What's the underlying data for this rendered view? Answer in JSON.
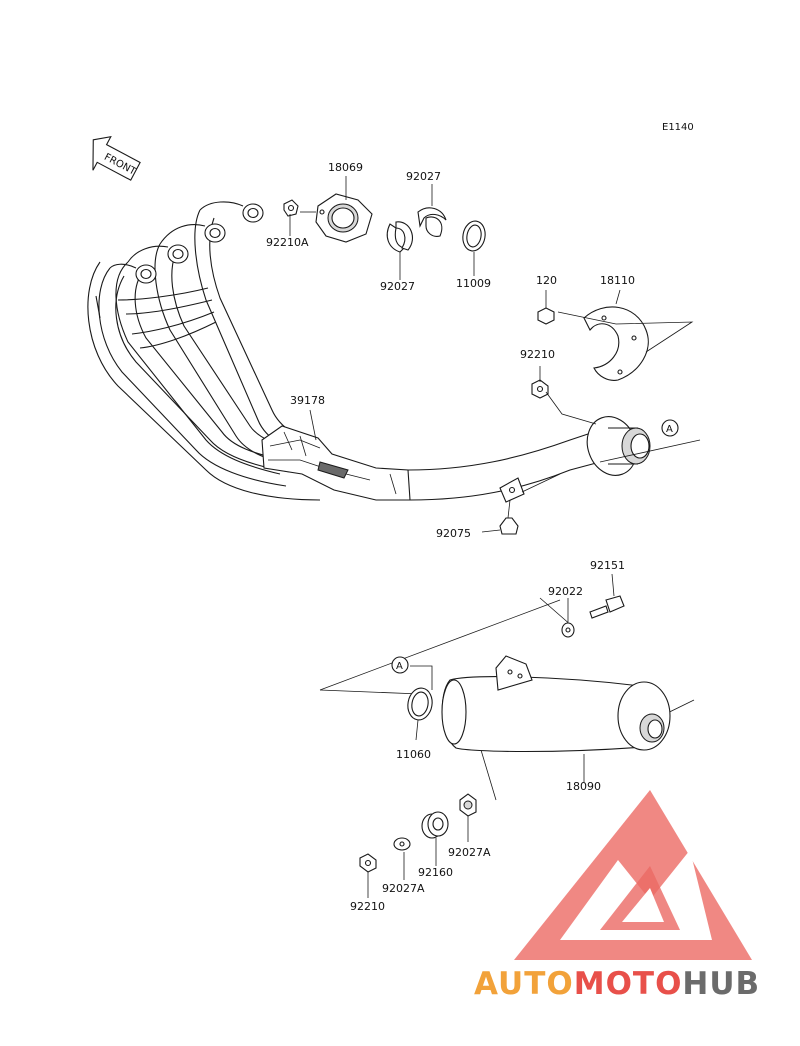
{
  "diagram": {
    "ref_code": "E1140",
    "front_label": "FRONT",
    "callout_letter": "A",
    "colors": {
      "line": "#1a1a1a",
      "watermark_red": "#e8504a",
      "watermark_orange": "#f2a23a",
      "watermark_grey": "#6b6b6b"
    }
  },
  "parts": {
    "p18069": "18069",
    "p92027_top": "92027",
    "p92210A": "92210A",
    "p92027_bottom": "92027",
    "p11009": "11009",
    "p120": "120",
    "p18110": "18110",
    "p92210_mid": "92210",
    "p39178": "39178",
    "p92075": "92075",
    "p92151": "92151",
    "p92022": "92022",
    "p11060": "11060",
    "p18090": "18090",
    "p92027A_right": "92027A",
    "p92160": "92160",
    "p92027A_left": "92027A",
    "p92210_bottom": "92210"
  },
  "watermark": {
    "part1": "AUTO",
    "part2": "MOTO",
    "part3": "HUB"
  }
}
